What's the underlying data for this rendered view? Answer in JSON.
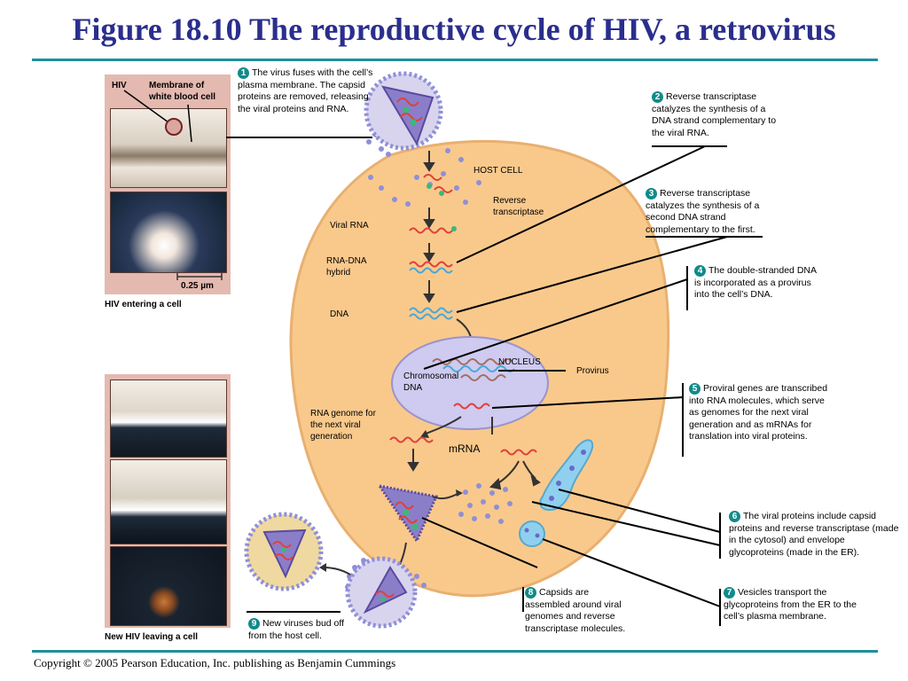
{
  "title": "Figure 18.10 The reproductive cycle of HIV, a retrovirus",
  "copyright": "Copyright © 2005 Pearson Education, Inc. publishing as Benjamin Cummings",
  "micrographs": {
    "hiv": "HIV",
    "membrane": "Membrane of white blood cell",
    "scale": "0.25 µm",
    "entering": "HIV entering  a cell",
    "leaving": "New HIV leaving a cell"
  },
  "labels": {
    "host_cell": "HOST CELL",
    "reverse_transcriptase": "Reverse transcriptase",
    "viral_rna": "Viral RNA",
    "rna_dna_hybrid": "RNA-DNA hybrid",
    "dna": "DNA",
    "nucleus": "NUCLEUS",
    "chromosomal_dna": "Chromosomal DNA",
    "provirus": "Provirus",
    "rna_genome": "RNA genome for the next viral generation",
    "mrna": "mRNA"
  },
  "steps": [
    {
      "n": "1",
      "text": "The virus fuses with the cell’s plasma membrane. The capsid proteins are removed, releasing the viral proteins and RNA."
    },
    {
      "n": "2",
      "text": "Reverse transcriptase catalyzes the synthesis of a DNA strand complementary to the viral RNA."
    },
    {
      "n": "3",
      "text": "Reverse transcriptase catalyzes the synthesis of a second DNA strand complementary to the first."
    },
    {
      "n": "4",
      "text": "The double-stranded DNA is incorporated as a provirus into the cell’s DNA."
    },
    {
      "n": "5",
      "text": "Proviral genes are transcribed into RNA molecules, which serve as genomes for the next viral generation and as mRNAs for translation into viral proteins."
    },
    {
      "n": "6",
      "text": "The viral proteins include capsid proteins and reverse transcriptase (made in the cytosol) and envelope glycoproteins (made in the ER)."
    },
    {
      "n": "7",
      "text": "Vesicles transport the glycoproteins from the ER to the cell’s plasma membrane."
    },
    {
      "n": "8",
      "text": "Capsids are assembled around viral genomes and reverse transcriptase molecules."
    },
    {
      "n": "9",
      "text": "New viruses bud off from the host cell."
    }
  ],
  "colors": {
    "title": "#2a2e8c",
    "rule": "#1e8f9c",
    "cell": "#f9c98c",
    "nucleus": "#cfcaf0",
    "rna": "#e0403a",
    "dna": "#47a8d8",
    "step_badge": "#118a8a",
    "virus_capsid": "#8b7ec8",
    "er": "#8fd0ee"
  }
}
